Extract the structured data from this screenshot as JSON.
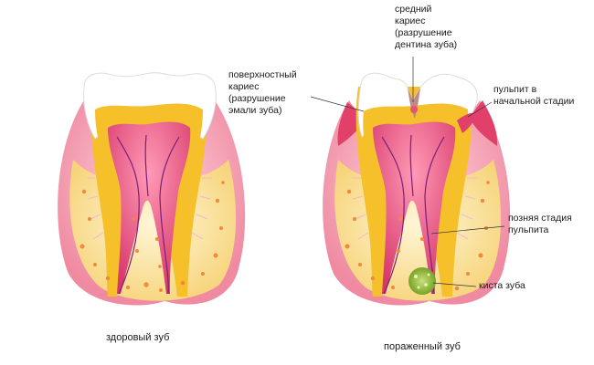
{
  "figures": {
    "healthy": {
      "caption": "здоровый зуб"
    },
    "affected": {
      "caption": "пораженный зуб"
    }
  },
  "labels": {
    "surface_caries": "поверхностный\nкариес\n(разрушение\nэмали зуба)",
    "medium_caries": "средний\nкариес\n(разрушение\nдентина зуба)",
    "early_pulpitis": "пульпит в\nначальной стадии",
    "late_pulpitis": "позняя стадия\nпульпита",
    "cyst": "киста зуба"
  },
  "colors": {
    "enamel": "#ffffff",
    "dentin": "#f6c02a",
    "pulp": "#d8396b",
    "gum": "#ef8aa1",
    "bone": "#f7e3a0",
    "bone_spots": "#f08a3a",
    "nerve": "#7a1f7a",
    "cyst": "#8dbb2c",
    "caries": "#d33a5a"
  }
}
